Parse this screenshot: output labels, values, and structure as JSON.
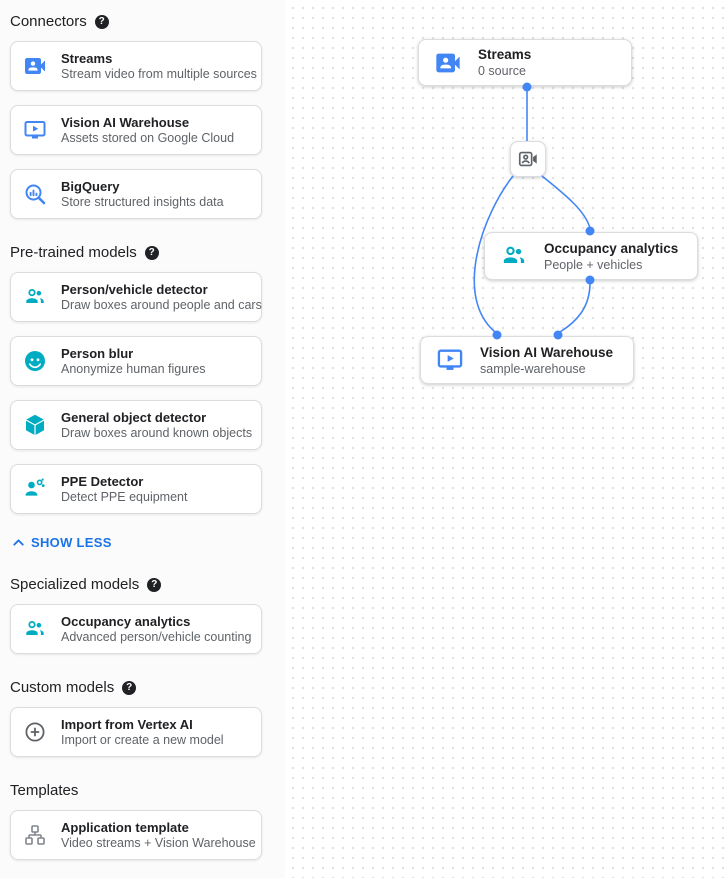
{
  "colors": {
    "icon_blue": "#4285f4",
    "icon_teal": "#00acc1",
    "icon_gray": "#5f6368",
    "link_blue": "#1a73e8",
    "edge_blue": "#4285f4",
    "title_text": "#202124",
    "subtitle_text": "#5f6368",
    "card_border": "#dadce0"
  },
  "sidebar": {
    "sections": [
      {
        "title": "Connectors",
        "help": true,
        "items": [
          {
            "icon": "streams-icon",
            "title": "Streams",
            "subtitle": "Stream video from multiple sources"
          },
          {
            "icon": "vision-warehouse-icon",
            "title": "Vision AI Warehouse",
            "subtitle": "Assets stored on Google Cloud"
          },
          {
            "icon": "bigquery-icon",
            "title": "BigQuery",
            "subtitle": "Store structured insights data"
          }
        ]
      },
      {
        "title": "Pre-trained models",
        "help": true,
        "items": [
          {
            "icon": "person-vehicle-icon",
            "title": "Person/vehicle detector",
            "subtitle": "Draw boxes around people and cars"
          },
          {
            "icon": "person-blur-icon",
            "title": "Person blur",
            "subtitle": "Anonymize human figures"
          },
          {
            "icon": "object-detector-icon",
            "title": "General object detector",
            "subtitle": "Draw boxes around known objects"
          },
          {
            "icon": "ppe-detector-icon",
            "title": "PPE Detector",
            "subtitle": "Detect PPE equipment"
          }
        ],
        "collapse_link": "SHOW LESS"
      },
      {
        "title": "Specialized models",
        "help": true,
        "items": [
          {
            "icon": "occupancy-icon",
            "title": "Occupancy analytics",
            "subtitle": "Advanced person/vehicle counting"
          }
        ]
      },
      {
        "title": "Custom models",
        "help": true,
        "items": [
          {
            "icon": "import-vertex-icon",
            "title": "Import from Vertex AI",
            "subtitle": "Import or create a new model"
          }
        ]
      },
      {
        "title": "Templates",
        "help": false,
        "items": [
          {
            "icon": "application-template-icon",
            "title": "Application template",
            "subtitle": "Video streams + Vision Warehouse"
          }
        ]
      }
    ]
  },
  "canvas": {
    "nodes": {
      "streams": {
        "title": "Streams",
        "subtitle": "0 source"
      },
      "occupancy": {
        "title": "Occupancy analytics",
        "subtitle": "People + vehicles"
      },
      "warehouse": {
        "title": "Vision AI Warehouse",
        "subtitle": "sample-warehouse"
      }
    }
  }
}
